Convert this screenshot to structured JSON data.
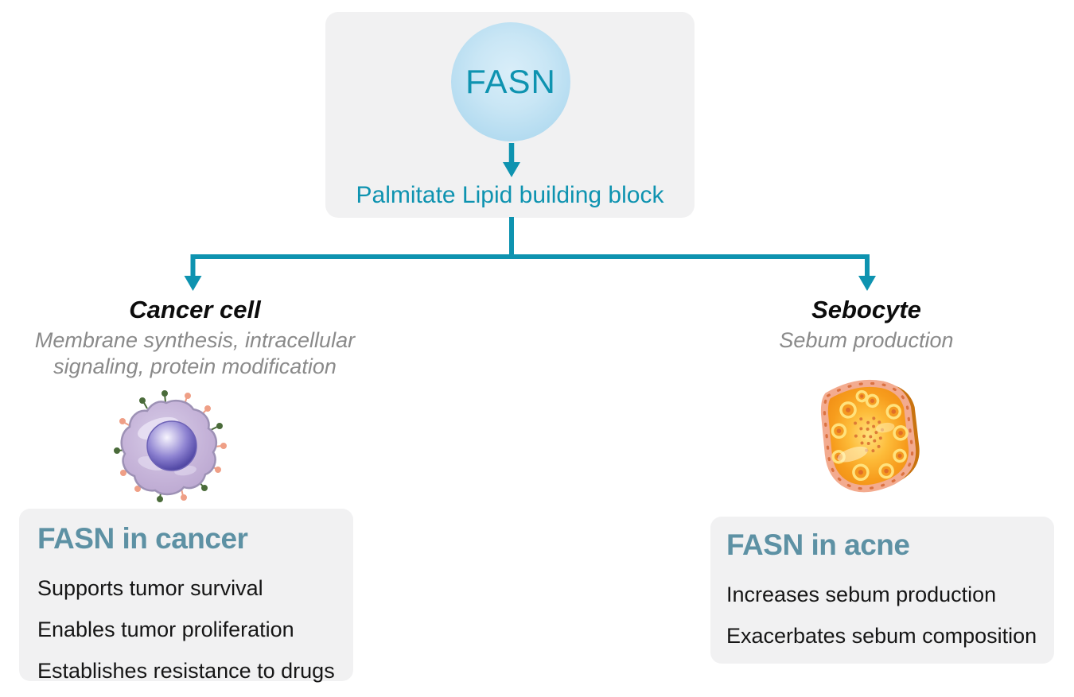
{
  "palette": {
    "teal": "#0e93b0",
    "heading_blue": "#5d91a4",
    "gray_text": "#8a8a8a",
    "black_text": "#161616",
    "panel_bg": "#f1f1f2",
    "node_fill_light": "#d9eef9",
    "node_fill_edge": "#a9d7ee"
  },
  "top_panel": {
    "node_label": "FASN",
    "output_label": "Palmitate Lipid building block"
  },
  "branches": {
    "left": {
      "title": "Cancer cell",
      "subtitle_lines": [
        "Membrane synthesis, intracellular",
        "signaling,  protein modification"
      ],
      "image": "cancer-cell-illustration"
    },
    "right": {
      "title": "Sebocyte",
      "subtitle": "Sebum production",
      "image": "sebocyte-illustration"
    }
  },
  "info_boxes": {
    "cancer": {
      "heading": "FASN in cancer",
      "items": [
        "Supports tumor survival",
        "Enables tumor proliferation",
        "Establishes resistance to drugs"
      ]
    },
    "acne": {
      "heading": "FASN in acne",
      "items": [
        "Increases sebum production",
        "Exacerbates sebum composition"
      ]
    }
  }
}
